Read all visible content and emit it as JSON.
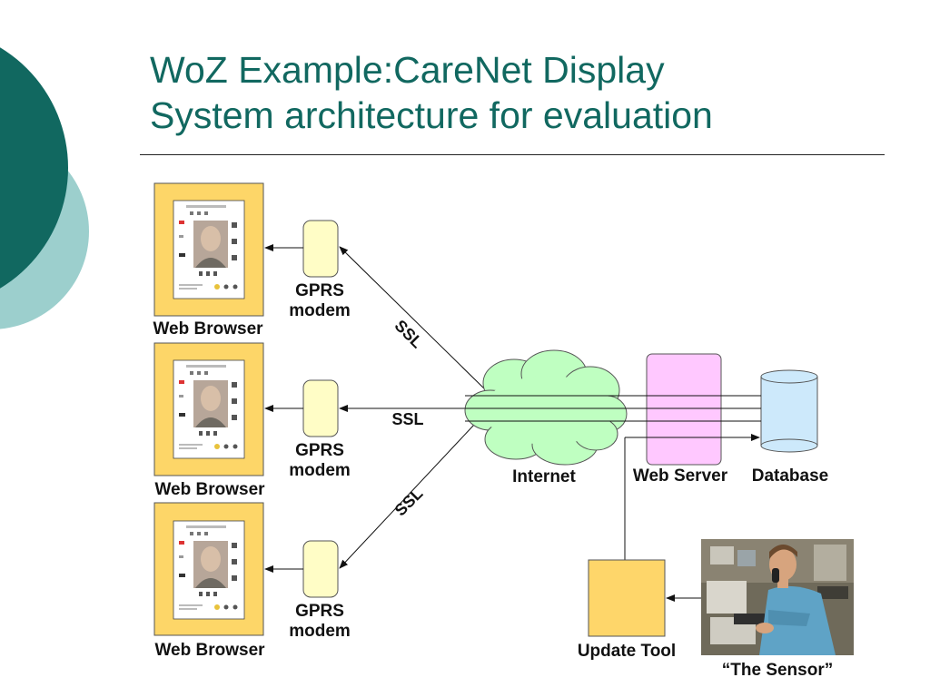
{
  "title": {
    "line1": "WoZ Example:CareNet Display",
    "line2": "System architecture for evaluation"
  },
  "diagram": {
    "browsers": [
      {
        "label": "Web Browser"
      },
      {
        "label": "Web Browser"
      },
      {
        "label": "Web Browser"
      }
    ],
    "modems": [
      {
        "label_line1": "GPRS",
        "label_line2": "modem"
      },
      {
        "label_line1": "GPRS",
        "label_line2": "modem"
      },
      {
        "label_line1": "GPRS",
        "label_line2": "modem"
      }
    ],
    "ssl_labels": [
      "SSL",
      "SSL",
      "SSL"
    ],
    "internet": {
      "label": "Internet"
    },
    "web_server": {
      "label": "Web Server"
    },
    "database": {
      "label": "Database"
    },
    "update_tool": {
      "label": "Update Tool"
    },
    "sensor": {
      "label": "“The Sensor”"
    },
    "colors": {
      "teal_dark": "#116860",
      "teal_light": "#9ccfcd",
      "browser_frame": "#fdd668",
      "modem_fill": "#fffdc6",
      "cloud_fill": "#bfffc1",
      "server_fill": "#ffc8ff",
      "database_fill": "#cde9fb",
      "update_tool_fill": "#fed66a"
    }
  }
}
